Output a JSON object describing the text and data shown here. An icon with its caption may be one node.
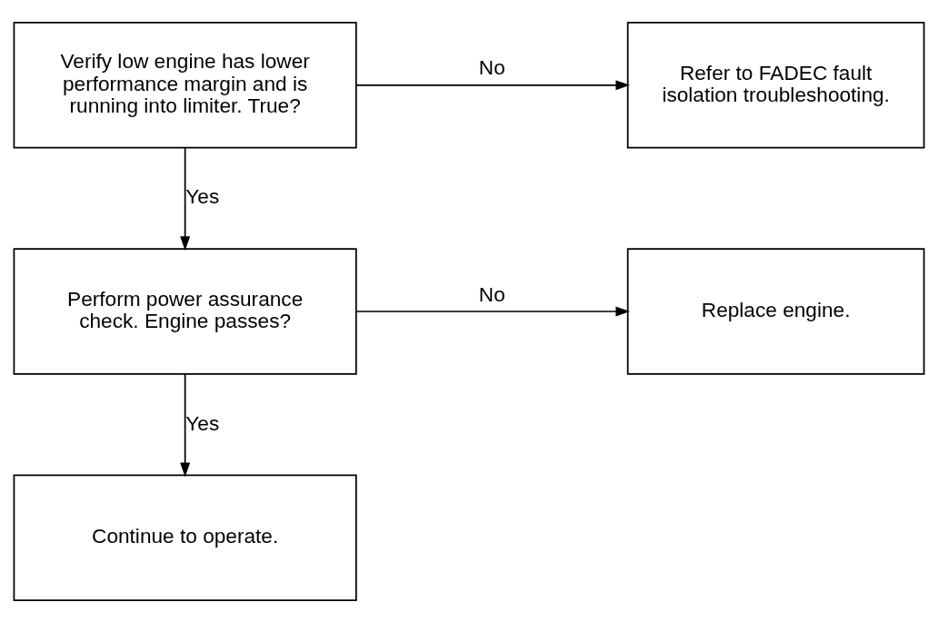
{
  "diagram": {
    "nodes": [
      {
        "text": [
          "Verify low engine has lower performance margin and is running into limiter. True?"
        ]
      },
      {
        "text": [
          "Refer to FADEC fault isolation troubleshooting."
        ]
      },
      {
        "text": [
          "Perform power assurance check. Engine passes?"
        ]
      },
      {
        "text": [
          "Replace engine."
        ]
      },
      {
        "text": [
          "Continue to operate."
        ]
      }
    ],
    "edges": [
      {
        "from": 0,
        "to": 1,
        "arrow": "to",
        "label": "No"
      },
      {
        "from": 0,
        "to": 2,
        "arrow": "to",
        "label": "Yes"
      },
      {
        "from": 2,
        "to": 3,
        "arrow": "to",
        "label": "No"
      },
      {
        "from": 2,
        "to": 4,
        "arrow": "to",
        "label": "Yes"
      }
    ]
  }
}
